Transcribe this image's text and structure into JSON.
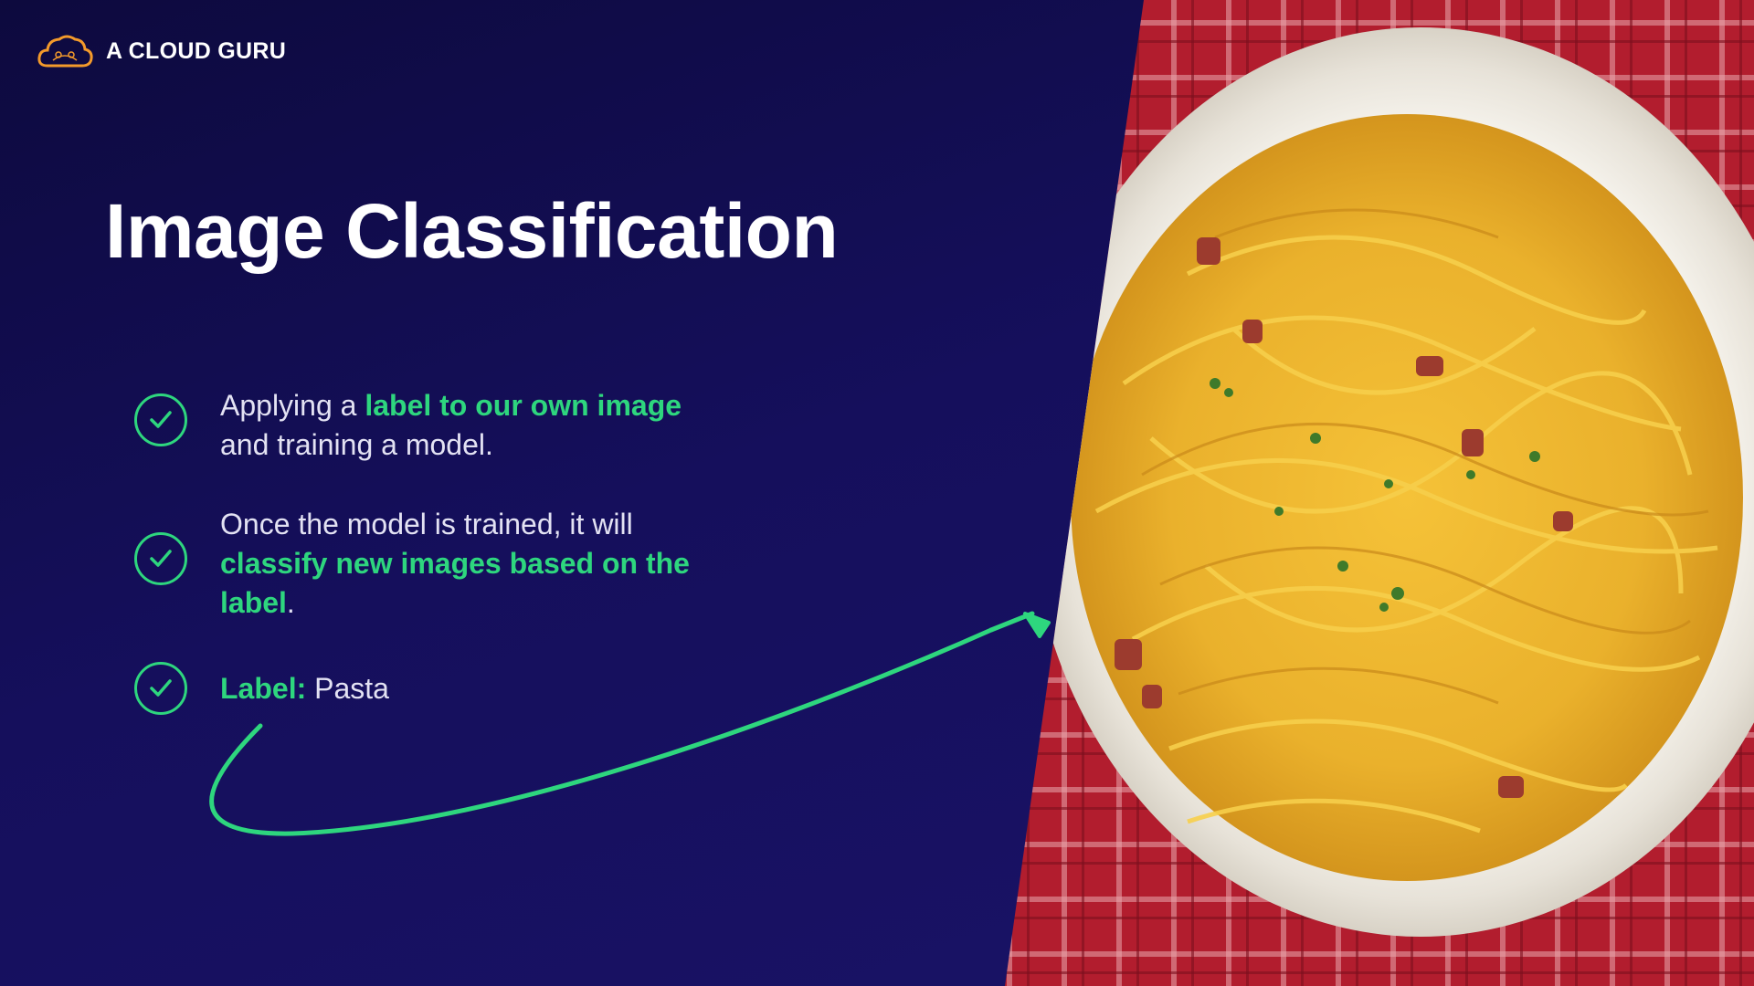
{
  "brand": {
    "name": "A CLOUD GURU",
    "logo_icon": "cloud-logo-icon"
  },
  "slide": {
    "title": "Image Classification",
    "bullets": [
      {
        "parts": [
          "Applying a ",
          "label to our own image",
          " and training a model."
        ]
      },
      {
        "parts": [
          "Once the model is trained, it will ",
          "classify new images based on the label",
          "."
        ]
      },
      {
        "parts": [
          "Label:",
          " Pasta"
        ]
      }
    ]
  },
  "colors": {
    "background": "#120d4f",
    "accent": "#2ed67e",
    "text": "#e3e2f3",
    "logo": "#f39a2b"
  },
  "image": {
    "subject": "plate of spaghetti carbonara on red checkered tablecloth"
  }
}
